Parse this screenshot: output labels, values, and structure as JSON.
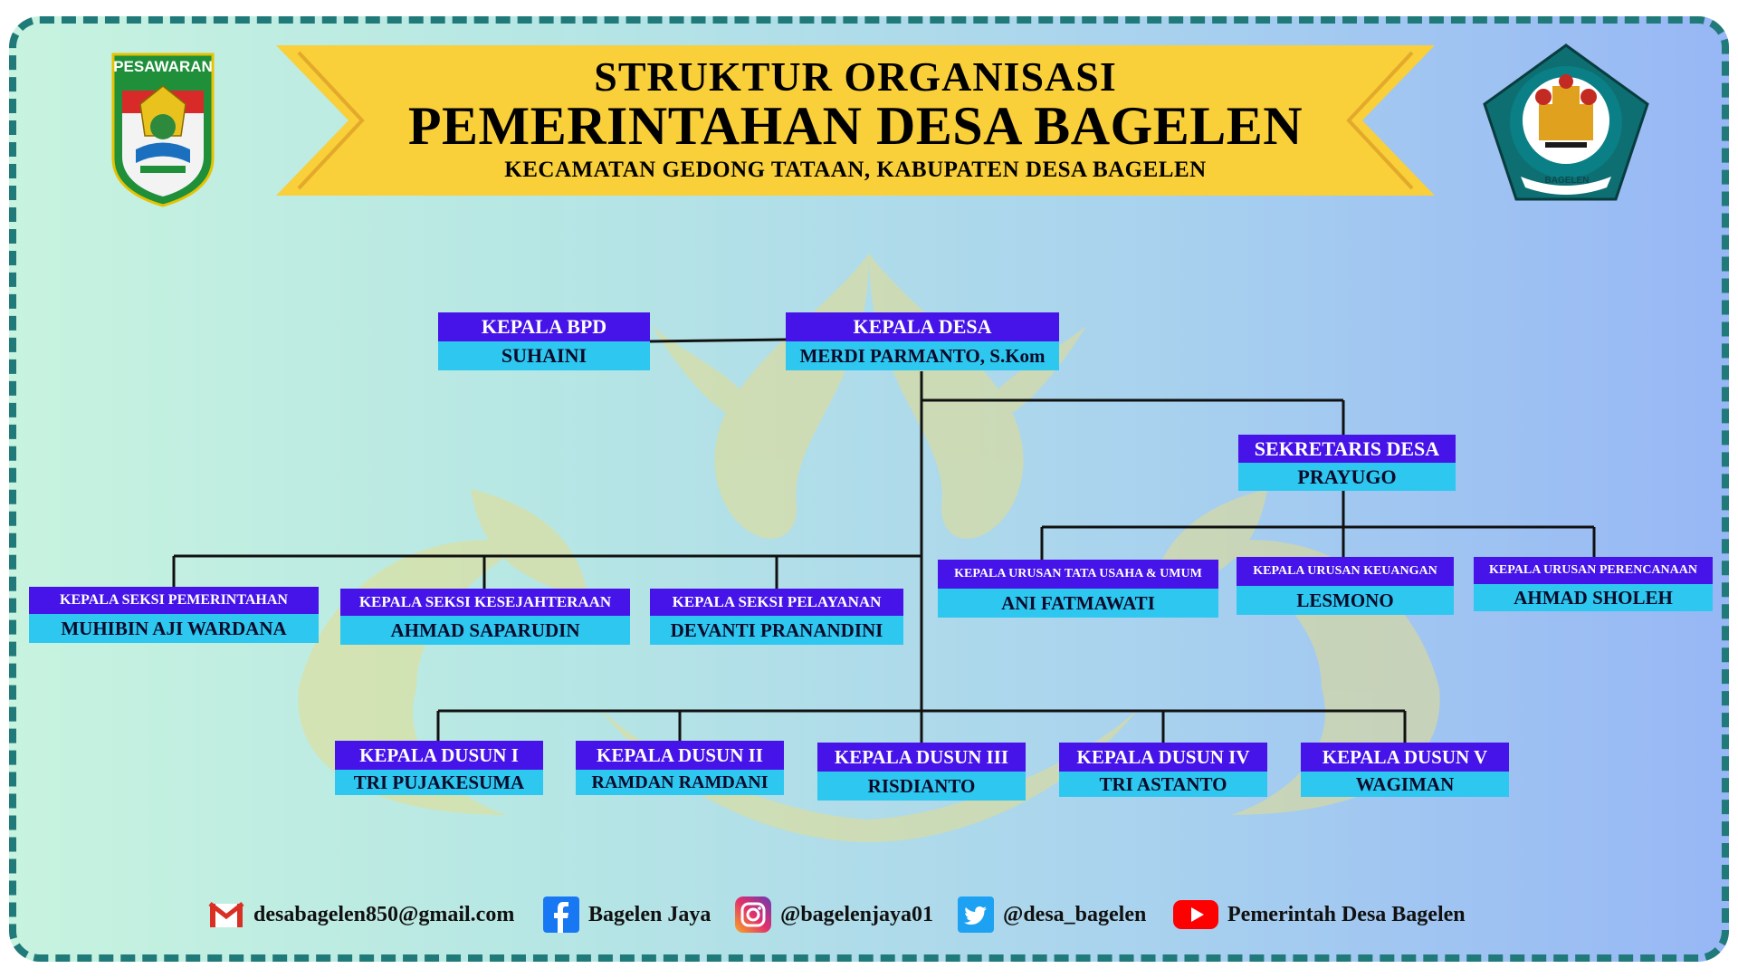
{
  "header": {
    "line1": "STRUKTUR ORGANISASI",
    "line2": "PEMERINTAHAN DESA BAGELEN",
    "line3": "KECAMATAN GEDONG TATAAN, KABUPATEN DESA BAGELEN"
  },
  "logos": {
    "left_text": "PESAWARAN",
    "right_text": "BAGELEN"
  },
  "org": {
    "bpd": {
      "title": "KEPALA BPD",
      "name": "SUHAINI"
    },
    "kepala_desa": {
      "title": "KEPALA DESA",
      "name": "MERDI PARMANTO, S.Kom"
    },
    "sekretaris": {
      "title": "SEKRETARIS DESA",
      "name": "PRAYUGO"
    },
    "kasi": [
      {
        "title": "KEPALA SEKSI PEMERINTAHAN",
        "name": "MUHIBIN AJI WARDANA"
      },
      {
        "title": "KEPALA SEKSI KESEJAHTERAAN",
        "name": "AHMAD SAPARUDIN"
      },
      {
        "title": "KEPALA SEKSI PELAYANAN",
        "name": "DEVANTI PRANANDINI"
      }
    ],
    "kaur": [
      {
        "title": "KEPALA URUSAN TATA USAHA & UMUM",
        "name": "ANI FATMAWATI"
      },
      {
        "title": "KEPALA URUSAN KEUANGAN",
        "name": "LESMONO"
      },
      {
        "title": "KEPALA URUSAN PERENCANAAN",
        "name": "AHMAD SHOLEH"
      }
    ],
    "dusun": [
      {
        "title": "KEPALA DUSUN I",
        "name": "TRI PUJAKESUMA"
      },
      {
        "title": "KEPALA DUSUN II",
        "name": "RAMDAN RAMDANI"
      },
      {
        "title": "KEPALA DUSUN III",
        "name": "RISDIANTO"
      },
      {
        "title": "KEPALA DUSUN IV",
        "name": "TRI ASTANTO"
      },
      {
        "title": "KEPALA DUSUN V",
        "name": "WAGIMAN"
      }
    ]
  },
  "footer": {
    "email": "desabagelen850@gmail.com",
    "facebook": "Bagelen Jaya",
    "instagram": "@bagelenjaya01",
    "twitter": "@desa_bagelen",
    "youtube": "Pemerintah Desa Bagelen"
  },
  "icons": [
    "gmail-icon",
    "facebook-icon",
    "instagram-icon",
    "twitter-icon",
    "youtube-icon"
  ],
  "colors": {
    "title_bar": "#4613e8",
    "name_bar": "#2ec7ef",
    "banner": "#f9cf3a",
    "frame_border": "#217a7a"
  }
}
